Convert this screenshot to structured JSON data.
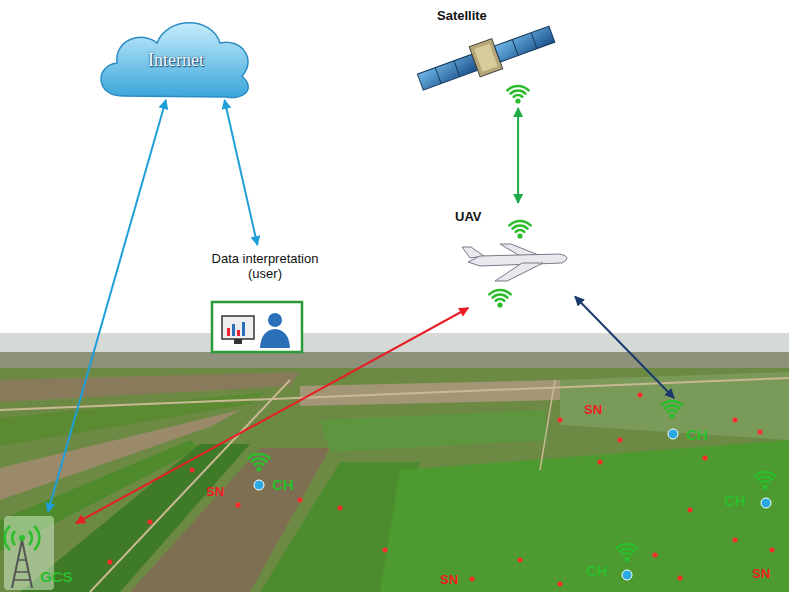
{
  "diagram": {
    "nodes": [
      {
        "text": [
          "Satellite"
        ]
      },
      {
        "text": [
          "Internet"
        ]
      },
      {
        "text": [
          "UAV"
        ]
      },
      {
        "text": [
          "Data interpretation (user)"
        ]
      },
      {
        "text": [
          "CH"
        ]
      },
      {
        "text": [
          "CH"
        ]
      },
      {
        "text": [
          "CH"
        ]
      },
      {
        "text": [
          "GCS"
        ]
      },
      {
        "text": [
          "CH"
        ]
      }
    ],
    "edges": [
      {
        "from": 0,
        "to": 2,
        "arrow": "both"
      },
      {
        "from": 1,
        "to": 7,
        "arrow": "both"
      },
      {
        "from": 1,
        "to": 3,
        "arrow": "both"
      },
      {
        "from": 2,
        "to": 7,
        "arrow": "both"
      },
      {
        "from": 2,
        "to": 4,
        "arrow": "both"
      }
    ],
    "labels": [
      "SN",
      "SN",
      "SN",
      "SN"
    ]
  }
}
